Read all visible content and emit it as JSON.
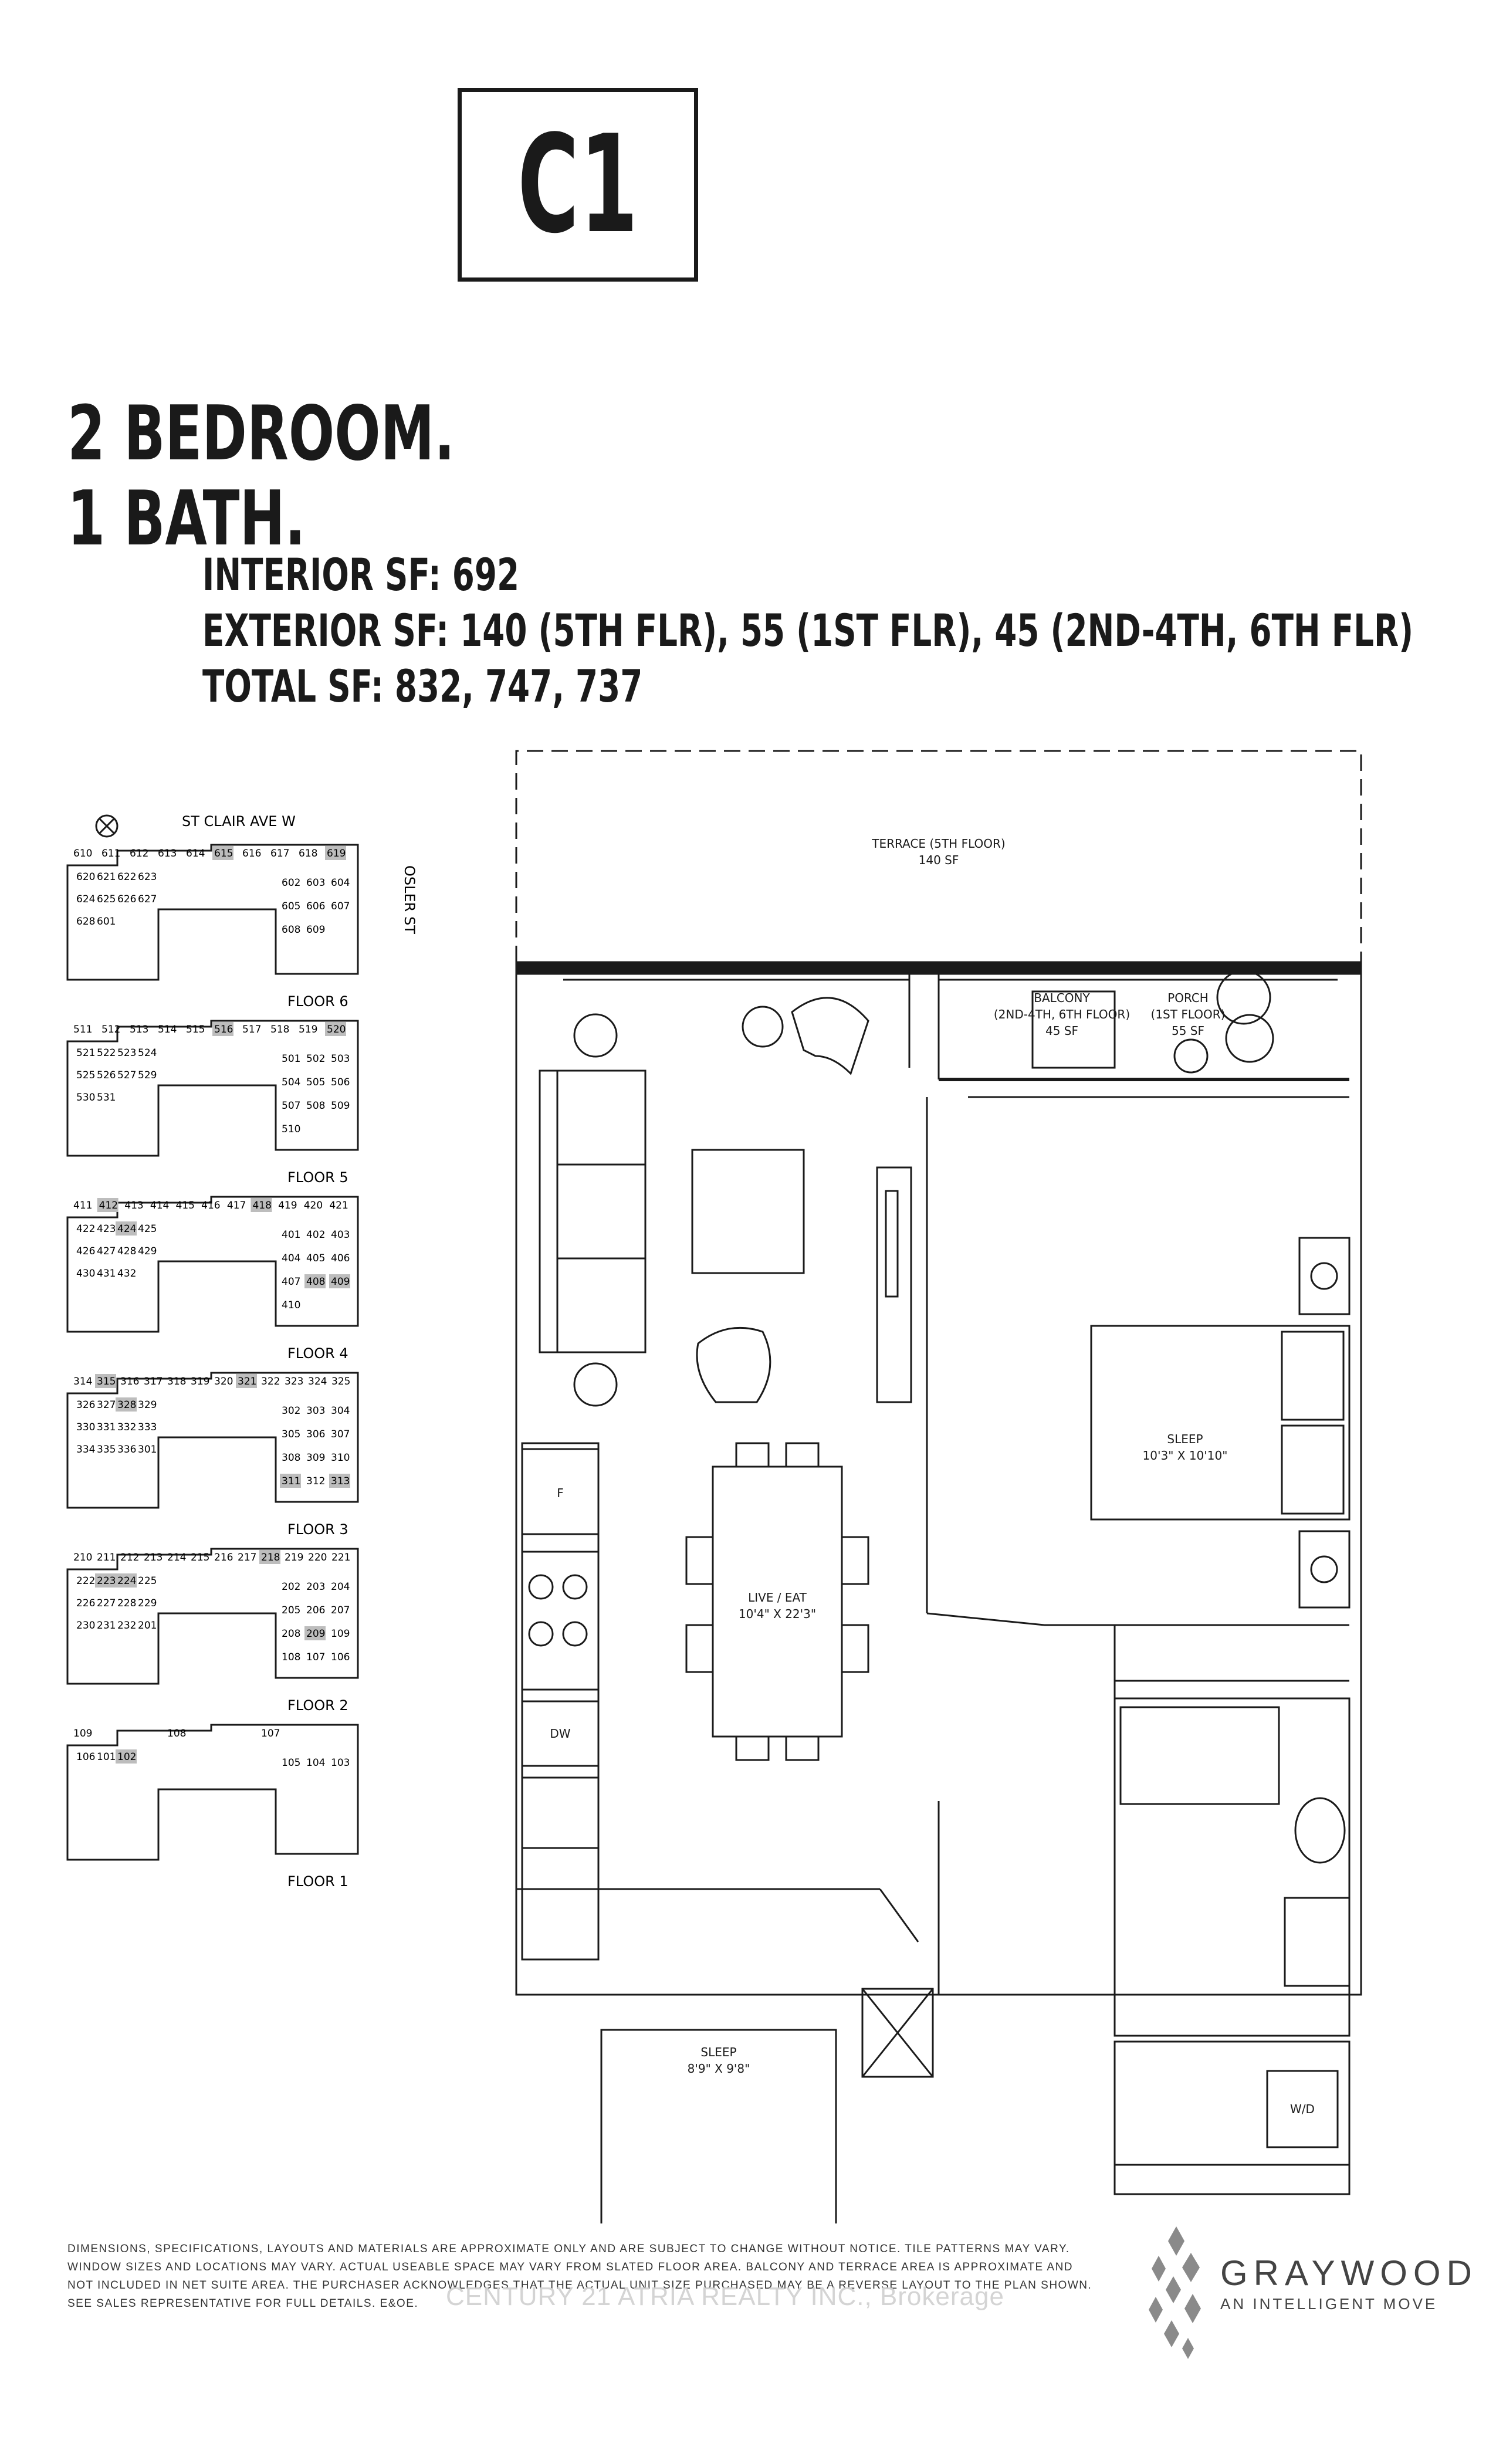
{
  "unit": {
    "code": "C1"
  },
  "heading": {
    "bedrooms": "2 BEDROOM.",
    "baths": "1 BATH."
  },
  "stats": {
    "interior": "INTERIOR SF: 692",
    "exterior": "EXTERIOR SF: 140 (5TH FLR), 55 (1ST FLR), 45 (2ND-4TH, 6TH FLR)",
    "total": "TOTAL SF: 832, 747, 737"
  },
  "keyplan": {
    "street_north": "ST CLAIR AVE W",
    "street_east": "OSLER ST",
    "floors": [
      {
        "label": "FLOOR 6",
        "units": [
          "610",
          "611",
          "612",
          "613",
          "614",
          "615",
          "616",
          "617",
          "618",
          "619",
          "620",
          "621",
          "622",
          "623",
          "624",
          "625",
          "626",
          "627",
          "628",
          "601",
          "602",
          "603",
          "604",
          "605",
          "606",
          "607",
          "608",
          "609"
        ]
      },
      {
        "label": "FLOOR 5",
        "units": [
          "511",
          "512",
          "513",
          "514",
          "515",
          "516",
          "517",
          "518",
          "519",
          "520",
          "521",
          "522",
          "523",
          "524",
          "525",
          "526",
          "527",
          "529",
          "530",
          "531",
          "501",
          "502",
          "503",
          "504",
          "505",
          "506",
          "507",
          "508",
          "509",
          "510"
        ]
      },
      {
        "label": "FLOOR 4",
        "units": [
          "411",
          "412",
          "413",
          "414",
          "415",
          "416",
          "417",
          "418",
          "419",
          "420",
          "421",
          "422",
          "423",
          "424",
          "425",
          "426",
          "427",
          "428",
          "429",
          "430",
          "431",
          "432",
          "401",
          "402",
          "403",
          "404",
          "405",
          "406",
          "407",
          "408",
          "409",
          "410"
        ]
      },
      {
        "label": "FLOOR 3",
        "units": [
          "314",
          "315",
          "316",
          "317",
          "318",
          "319",
          "320",
          "321",
          "322",
          "323",
          "324",
          "325",
          "326",
          "327",
          "328",
          "329",
          "330",
          "331",
          "332",
          "333",
          "334",
          "335",
          "336",
          "301",
          "302",
          "303",
          "304",
          "305",
          "306",
          "307",
          "308",
          "309",
          "310",
          "311",
          "312",
          "313"
        ]
      },
      {
        "label": "FLOOR 2",
        "units": [
          "210",
          "211",
          "212",
          "213",
          "214",
          "215",
          "216",
          "217",
          "218",
          "219",
          "220",
          "221",
          "222",
          "223",
          "224",
          "225",
          "226",
          "227",
          "228",
          "229",
          "230",
          "231",
          "232",
          "201",
          "202",
          "203",
          "204",
          "205",
          "206",
          "207",
          "208",
          "209",
          "109",
          "108",
          "107",
          "106"
        ]
      },
      {
        "label": "FLOOR 1",
        "units": [
          "109",
          "108",
          "107",
          "106",
          "101",
          "102",
          "105",
          "104",
          "103"
        ]
      }
    ]
  },
  "plan": {
    "terrace": {
      "name": "TERRACE (5TH FLOOR)",
      "area": "140 SF"
    },
    "balcony": {
      "name": "BALCONY",
      "floors": "(2ND-4TH, 6TH FLOOR)",
      "area": "45 SF"
    },
    "porch": {
      "name": "PORCH",
      "floors": "(1ST FLOOR)",
      "area": "55 SF"
    },
    "sleep_main": {
      "name": "SLEEP",
      "dims": "10'3\" X 10'10\""
    },
    "live": {
      "name": "LIVE / EAT",
      "dims": "10'4\" X 22'3\""
    },
    "sleep_second": {
      "name": "SLEEP",
      "dims": "8'9\" X 9'8\""
    },
    "fridge": "F",
    "dishwasher": "DW",
    "washer_dryer": "W/D"
  },
  "disclaimer": "Dimensions, specifications, layouts and materials are approximate only and are subject to change without notice. Tile patterns may vary. Window sizes and locations may vary. Actual useable space may vary from slated floor area. Balcony and terrace area is approximate and not included in net suite area. The purchaser acknowledges that the actual unit size purchased may be a reverse layout to the plan shown. See sales representative for full details. E&OE.",
  "watermark": "CENTURY 21 ATRIA REALTY INC., Brokerage",
  "brand": {
    "name": "GRAYWOOD",
    "tagline": "AN INTELLIGENT MOVE"
  },
  "colors": {
    "ink": "#1a1a1a",
    "highlight_unit": "#bdbdbd",
    "brand": "#444444"
  }
}
